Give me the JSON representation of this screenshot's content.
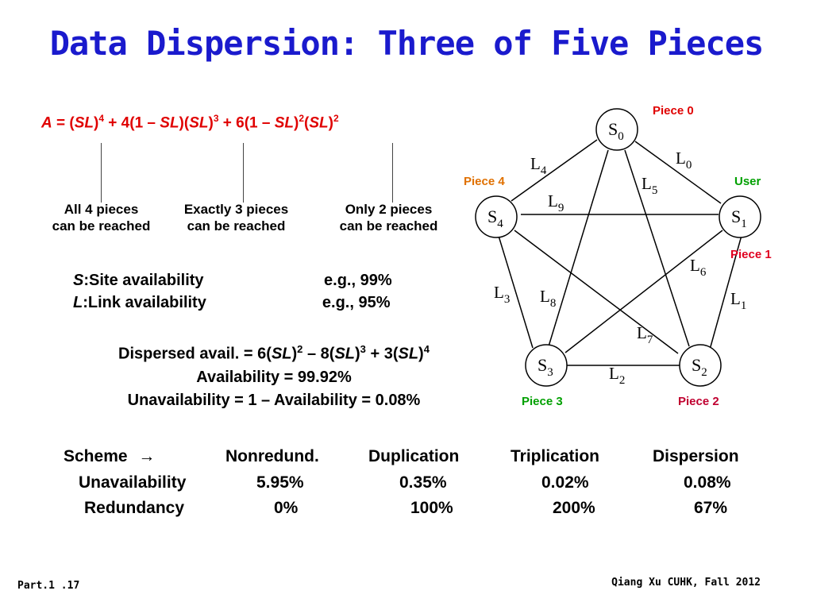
{
  "slide": {
    "title": "Data Dispersion: Three of Five Pieces",
    "footer_left": "Part.1 .17",
    "footer_right": "Qiang Xu CUHK, Fall 2012"
  },
  "formula": {
    "A": "A",
    "eq": " = (",
    "SL": "SL",
    "t1_close": ")",
    "p4": "4",
    "plus4": " + 4(1 – ",
    "p3": "3",
    "plus6": " + 6(1 – ",
    "p2": "2"
  },
  "captions": [
    {
      "line1": "All 4 pieces",
      "line2": "can be reached"
    },
    {
      "line1": "Exactly 3 pieces",
      "line2": "can be reached"
    },
    {
      "line1": "Only 2 pieces",
      "line2": "can be reached"
    }
  ],
  "definitions": [
    {
      "symbol": "S",
      "sep": ":",
      "label": " Site availability",
      "example": "e.g., 99%"
    },
    {
      "symbol": "L",
      "sep": ":",
      "label": "  Link availability",
      "example": "e.g., 95%"
    }
  ],
  "calc": {
    "dispersed_prefix": "Dispersed avail.  =  6(",
    "SL": "SL",
    "m8": " – 8(",
    "p3": " + 3(",
    "two": "2",
    "three": "3",
    "four": "4",
    "availability": "Availability = 99.92%",
    "unavailability": "Unavailability  =  1 – Availability  = 0.08%"
  },
  "table": {
    "header": [
      "Scheme",
      "Nonredund.",
      "Duplication",
      "Triplication",
      "Dispersion"
    ],
    "arrow": "→",
    "rows": [
      {
        "label": "Unavailability",
        "values": [
          "5.95%",
          "0.35%",
          "0.02%",
          "0.08%"
        ]
      },
      {
        "label": "Redundancy",
        "values": [
          "0%",
          "100%",
          "200%",
          "67%"
        ]
      }
    ]
  },
  "diagram": {
    "nodes": [
      {
        "name": "S",
        "sub": "0"
      },
      {
        "name": "S",
        "sub": "1"
      },
      {
        "name": "S",
        "sub": "2"
      },
      {
        "name": "S",
        "sub": "3"
      },
      {
        "name": "S",
        "sub": "4"
      }
    ],
    "links": [
      {
        "name": "L",
        "sub": "0"
      },
      {
        "name": "L",
        "sub": "1"
      },
      {
        "name": "L",
        "sub": "2"
      },
      {
        "name": "L",
        "sub": "3"
      },
      {
        "name": "L",
        "sub": "4"
      },
      {
        "name": "L",
        "sub": "5"
      },
      {
        "name": "L",
        "sub": "6"
      },
      {
        "name": "L",
        "sub": "7"
      },
      {
        "name": "L",
        "sub": "8"
      },
      {
        "name": "L",
        "sub": "9"
      }
    ],
    "piece_labels": [
      {
        "text": "Piece 0",
        "color": "#e00000"
      },
      {
        "text": "User",
        "color": "#00a000"
      },
      {
        "text": "Piece 1",
        "color": "#e00020"
      },
      {
        "text": "Piece 2",
        "color": "#c00030"
      },
      {
        "text": "Piece 3",
        "color": "#00a000"
      },
      {
        "text": "Piece 4",
        "color": "#e07000"
      }
    ]
  },
  "colors": {
    "title": "#1a1acd",
    "formula": "#e00000"
  }
}
